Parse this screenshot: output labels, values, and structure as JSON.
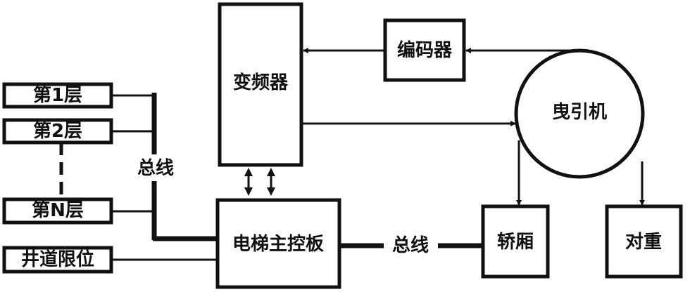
{
  "nodes": {
    "floor1": "第1层",
    "floor2": "第2层",
    "floorN": "第N层",
    "shaft_limit": "井道限位",
    "inverter": "变频器",
    "encoder": "编码器",
    "traction_machine": "曳引机",
    "main_board": "电梯主控板",
    "car": "轿厢",
    "counterweight": "对重"
  },
  "labels": {
    "bus_left": "总线",
    "bus_bottom": "总线"
  }
}
